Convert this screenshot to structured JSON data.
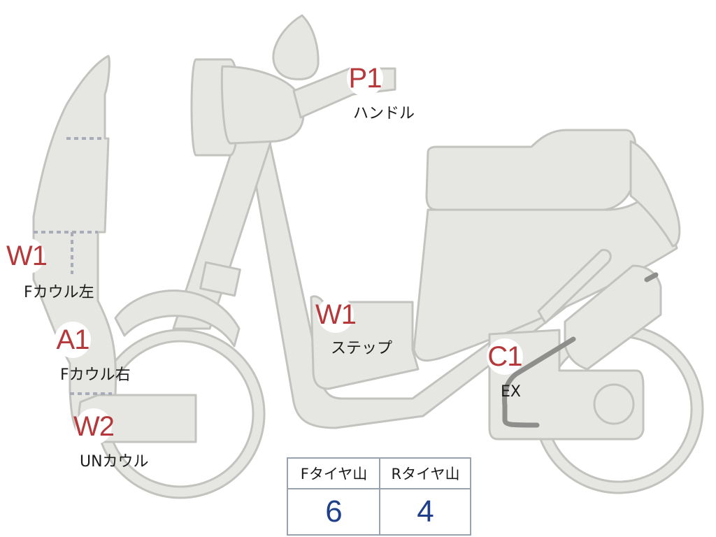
{
  "colors": {
    "part_fill": "#e6e6e3",
    "part_stroke": "#c2c2bf",
    "badge_text": "#b5383a",
    "value_text": "#1f3f8a",
    "table_border": "#9aa2ae"
  },
  "markers": [
    {
      "id": "w1-front-cowl-left",
      "code": "W1",
      "caption": "Fカウル左"
    },
    {
      "id": "a1-front-cowl-right",
      "code": "A1",
      "caption": "Fカウル右"
    },
    {
      "id": "w2-under-cowl",
      "code": "W2",
      "caption": "UNカウル"
    },
    {
      "id": "p1-handle",
      "code": "P1",
      "caption": "ハンドル"
    },
    {
      "id": "w1-step",
      "code": "W1",
      "caption": "ステップ"
    },
    {
      "id": "c1-exhaust",
      "code": "C1",
      "caption": "EX"
    }
  ],
  "tire_table": {
    "headers": [
      "Fタイヤ山",
      "Rタイヤ山"
    ],
    "values": [
      "6",
      "4"
    ]
  }
}
